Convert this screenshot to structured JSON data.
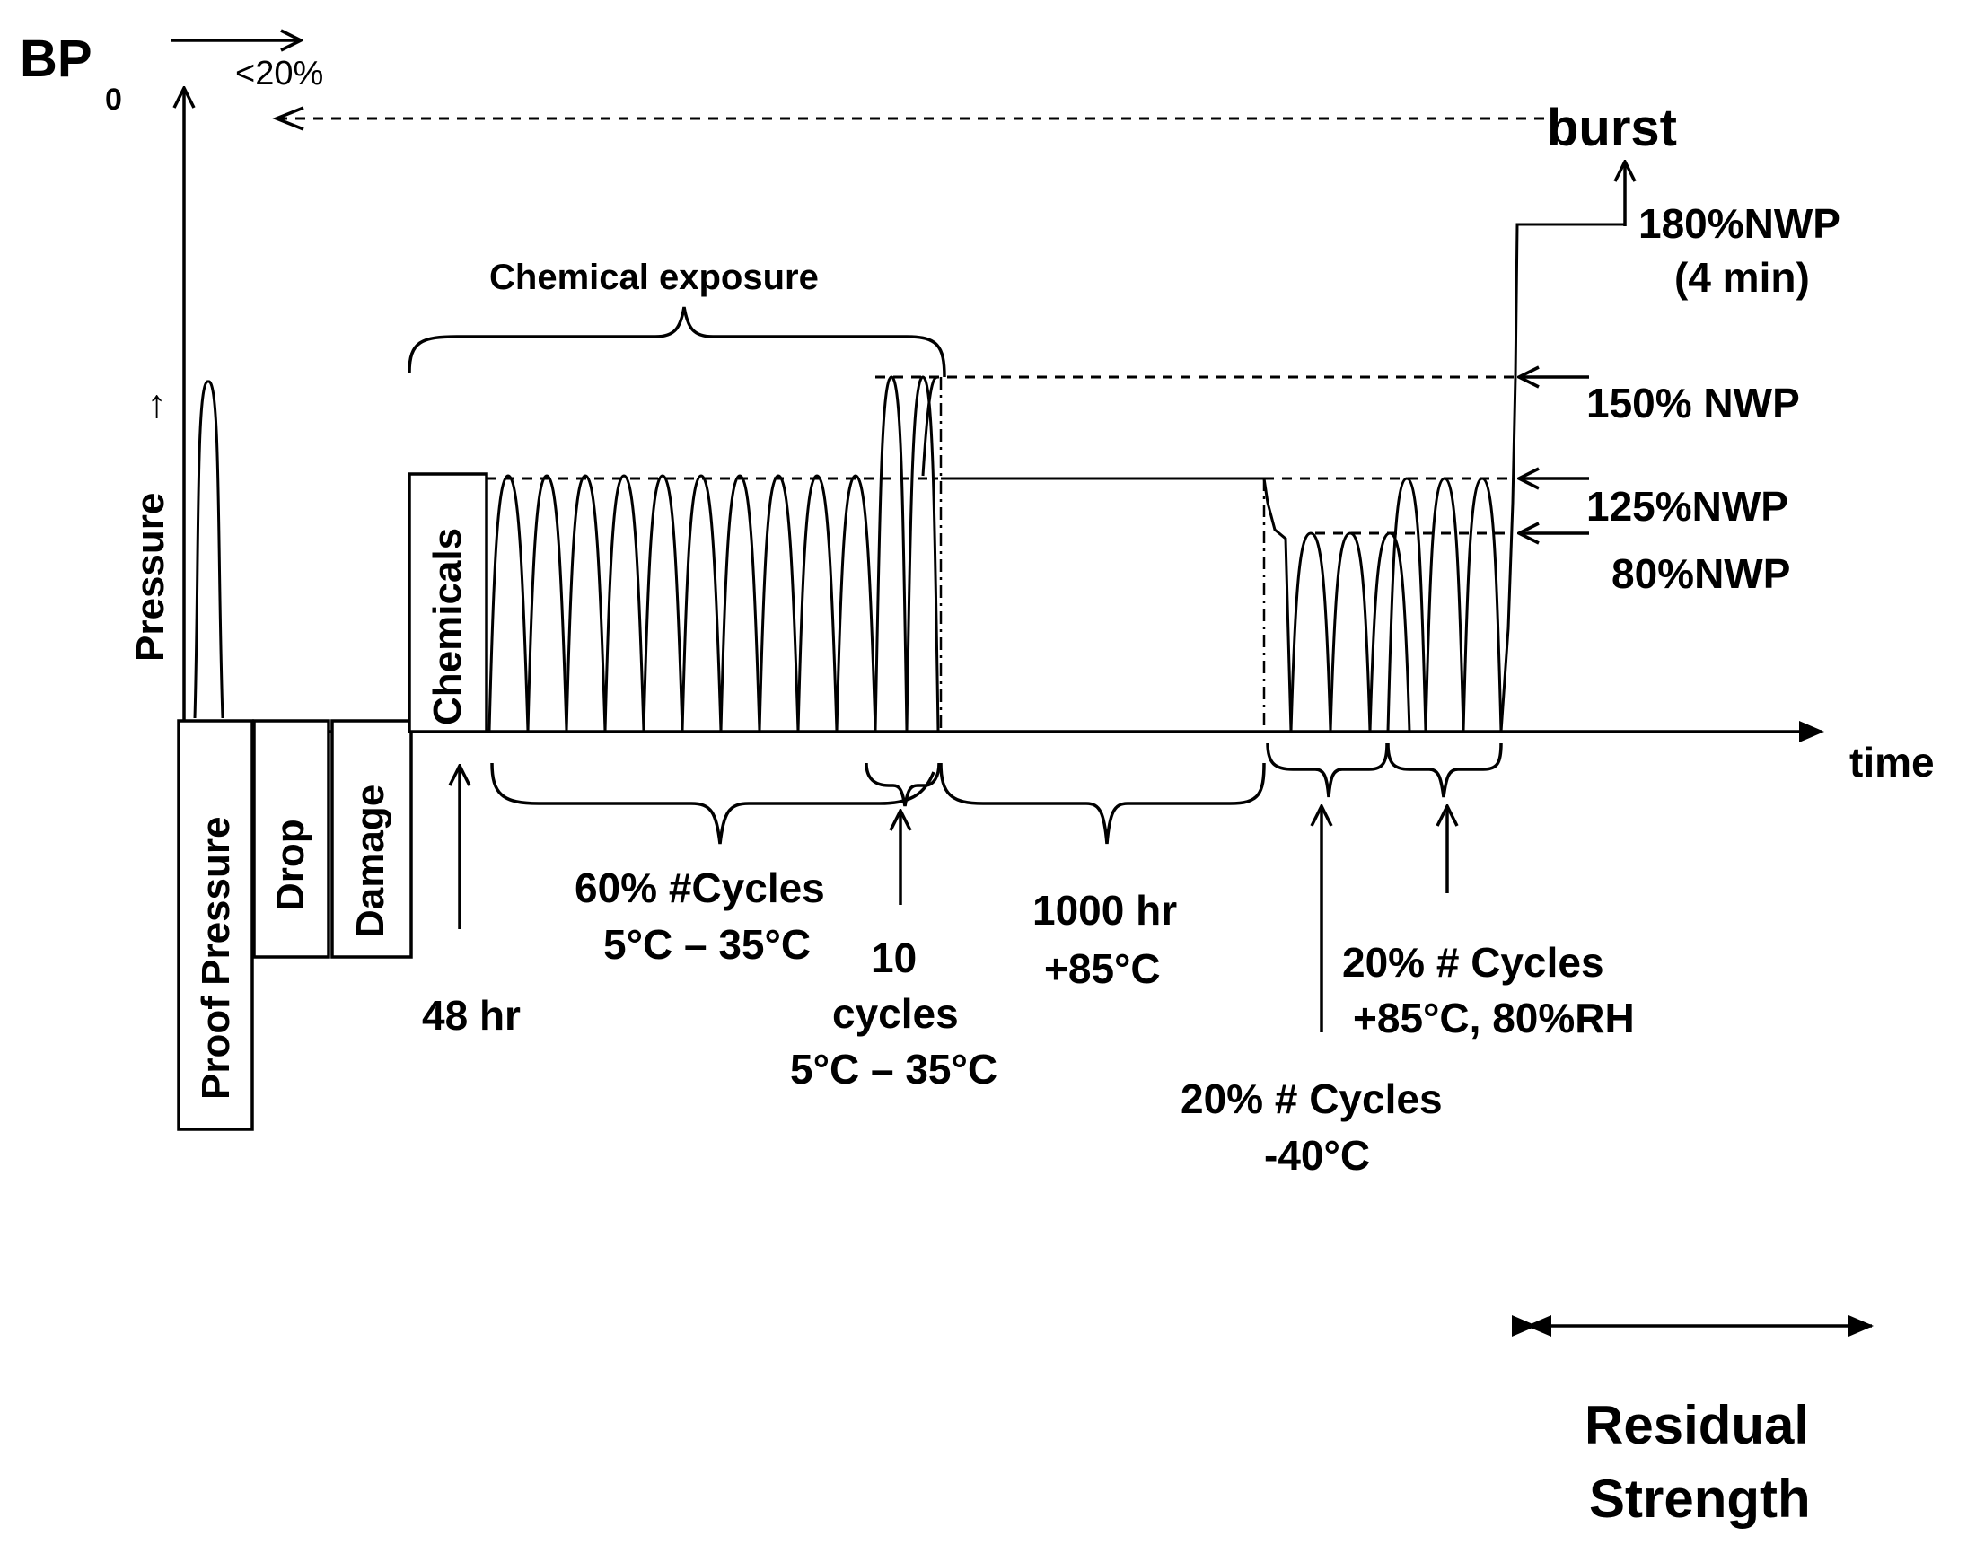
{
  "labels": {
    "bp": "BP",
    "bp_sub": "0",
    "lt20": "<20%",
    "burst": "burst",
    "nwp180": "180%NWP",
    "nwp180_time": "(4 min)",
    "chemical_exposure": "Chemical exposure",
    "nwp150": "150% NWP",
    "nwp125": "125%NWP",
    "nwp80": "80%NWP",
    "pressure": "Pressure",
    "pressure_arrow": "→",
    "time": "time",
    "proof_pressure": "Proof Pressure",
    "drop": "Drop",
    "damage": "Damage",
    "chemicals": "Chemicals",
    "hr48": "48 hr",
    "cycles60_a": "60% #Cycles",
    "cycles60_b": "5°C – 35°C",
    "ten_a": "10",
    "ten_b": "cycles",
    "ten_c": "5°C – 35°C",
    "hr1000_a": "1000 hr",
    "hr1000_b": "+85°C",
    "c20hot_a": "20% # Cycles",
    "c20hot_b": "+85°C, 80%RH",
    "c20cold_a": "20% # Cycles",
    "c20cold_b": "-40°C",
    "residual_a": "Residual",
    "residual_b": "Strength"
  }
}
